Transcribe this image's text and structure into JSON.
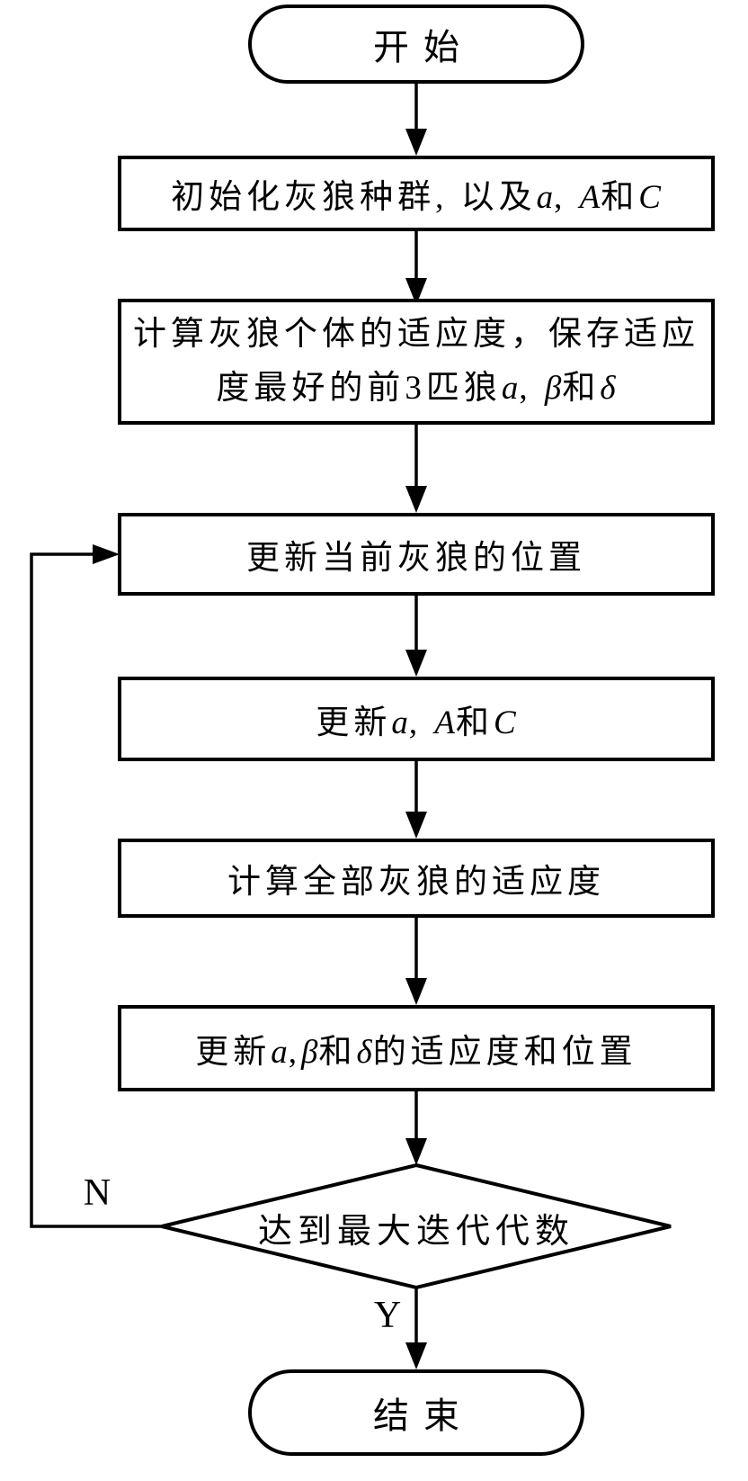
{
  "colors": {
    "ink": "#000000",
    "background": "#ffffff"
  },
  "nodes": {
    "start": {
      "label": "开始"
    },
    "init": {
      "segments": [
        {
          "t": "初始化灰狼种群, 以及"
        },
        {
          "t": "a",
          "v": true
        },
        {
          "t": ", "
        },
        {
          "t": "A",
          "v": true
        },
        {
          "t": "和"
        },
        {
          "t": "C",
          "v": true
        }
      ]
    },
    "fitness_top3": {
      "line1": [
        {
          "t": "计算灰狼个体的适应度，保存适应"
        }
      ],
      "line2": [
        {
          "t": "度最好的前3匹狼"
        },
        {
          "t": "a",
          "v": true
        },
        {
          "t": ", "
        },
        {
          "t": "β",
          "v": true
        },
        {
          "t": "和"
        },
        {
          "t": "δ",
          "v": true
        }
      ]
    },
    "update_position": {
      "label": "更新当前灰狼的位置"
    },
    "update_aAC": {
      "segments": [
        {
          "t": "更新"
        },
        {
          "t": "a",
          "v": true
        },
        {
          "t": ", "
        },
        {
          "t": "A",
          "v": true
        },
        {
          "t": "和"
        },
        {
          "t": "C",
          "v": true
        }
      ]
    },
    "fitness_all": {
      "label": "计算全部灰狼的适应度"
    },
    "update_abd": {
      "segments": [
        {
          "t": "更新"
        },
        {
          "t": "a",
          "v": true
        },
        {
          "t": ","
        },
        {
          "t": "β",
          "v": true
        },
        {
          "t": "和"
        },
        {
          "t": "δ",
          "v": true
        },
        {
          "t": "的适应度和位置"
        }
      ]
    },
    "decision": {
      "label": "达到最大迭代代数",
      "yes_label": "Y",
      "no_label": "N"
    },
    "end": {
      "label": "结束"
    }
  }
}
